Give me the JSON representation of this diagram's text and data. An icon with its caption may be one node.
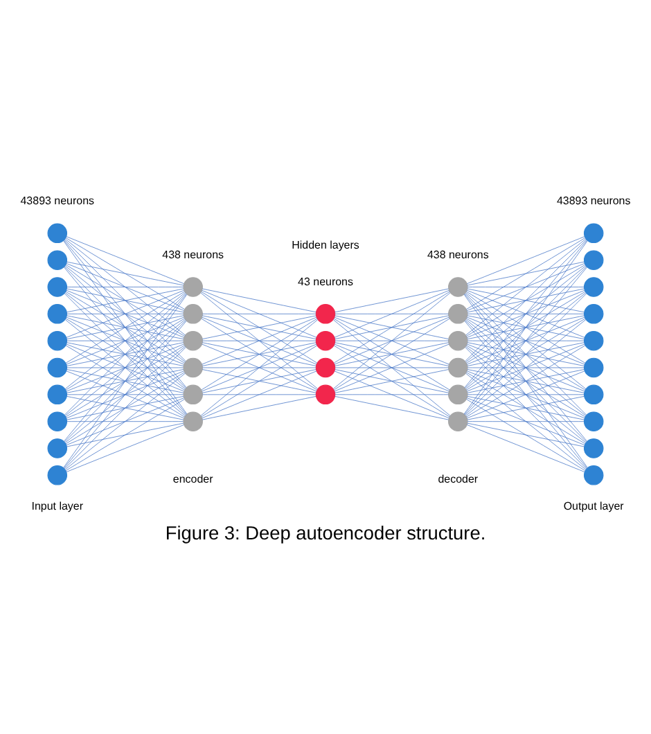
{
  "diagram": {
    "caption": "Figure 3: Deep autoencoder structure.",
    "nodes": [
      {
        "text": [],
        "shape": "circle"
      },
      {
        "text": [],
        "shape": "circle"
      },
      {
        "text": [],
        "shape": "circle"
      },
      {
        "text": [],
        "shape": "circle"
      },
      {
        "text": [],
        "shape": "circle"
      },
      {
        "text": [],
        "shape": "circle"
      },
      {
        "text": [],
        "shape": "circle"
      },
      {
        "text": [],
        "shape": "circle"
      },
      {
        "text": [],
        "shape": "circle"
      },
      {
        "text": [],
        "shape": "circle"
      },
      {
        "text": [],
        "shape": "circle"
      },
      {
        "text": [],
        "shape": "circle"
      },
      {
        "text": [],
        "shape": "circle"
      },
      {
        "text": [],
        "shape": "circle"
      },
      {
        "text": [],
        "shape": "circle"
      },
      {
        "text": [],
        "shape": "circle"
      },
      {
        "text": [],
        "shape": "circle"
      },
      {
        "text": [],
        "shape": "circle"
      },
      {
        "text": [],
        "shape": "circle"
      },
      {
        "text": [],
        "shape": "circle"
      },
      {
        "text": [],
        "shape": "circle"
      },
      {
        "text": [],
        "shape": "circle"
      },
      {
        "text": [],
        "shape": "circle"
      },
      {
        "text": [],
        "shape": "circle"
      },
      {
        "text": [],
        "shape": "circle"
      },
      {
        "text": [],
        "shape": "circle"
      },
      {
        "text": [],
        "shape": "circle"
      },
      {
        "text": [],
        "shape": "circle"
      },
      {
        "text": [],
        "shape": "circle"
      },
      {
        "text": [],
        "shape": "circle"
      },
      {
        "text": [],
        "shape": "circle"
      },
      {
        "text": [],
        "shape": "circle"
      },
      {
        "text": [],
        "shape": "circle"
      },
      {
        "text": [],
        "shape": "circle"
      },
      {
        "text": [],
        "shape": "circle"
      },
      {
        "text": [],
        "shape": "circle"
      }
    ],
    "edges": [
      {
        "from": 0,
        "to": 10,
        "arrow": "none"
      },
      {
        "from": 0,
        "to": 11,
        "arrow": "none"
      },
      {
        "from": 0,
        "to": 12,
        "arrow": "none"
      },
      {
        "from": 0,
        "to": 13,
        "arrow": "none"
      },
      {
        "from": 0,
        "to": 14,
        "arrow": "none"
      },
      {
        "from": 0,
        "to": 15,
        "arrow": "none"
      },
      {
        "from": 1,
        "to": 10,
        "arrow": "none"
      },
      {
        "from": 1,
        "to": 11,
        "arrow": "none"
      },
      {
        "from": 1,
        "to": 12,
        "arrow": "none"
      },
      {
        "from": 1,
        "to": 13,
        "arrow": "none"
      },
      {
        "from": 1,
        "to": 14,
        "arrow": "none"
      },
      {
        "from": 1,
        "to": 15,
        "arrow": "none"
      },
      {
        "from": 2,
        "to": 10,
        "arrow": "none"
      },
      {
        "from": 2,
        "to": 11,
        "arrow": "none"
      },
      {
        "from": 2,
        "to": 12,
        "arrow": "none"
      },
      {
        "from": 2,
        "to": 13,
        "arrow": "none"
      },
      {
        "from": 2,
        "to": 14,
        "arrow": "none"
      },
      {
        "from": 2,
        "to": 15,
        "arrow": "none"
      },
      {
        "from": 3,
        "to": 10,
        "arrow": "none"
      },
      {
        "from": 3,
        "to": 11,
        "arrow": "none"
      },
      {
        "from": 3,
        "to": 12,
        "arrow": "none"
      },
      {
        "from": 3,
        "to": 13,
        "arrow": "none"
      },
      {
        "from": 3,
        "to": 14,
        "arrow": "none"
      },
      {
        "from": 3,
        "to": 15,
        "arrow": "none"
      },
      {
        "from": 4,
        "to": 10,
        "arrow": "none"
      },
      {
        "from": 4,
        "to": 11,
        "arrow": "none"
      },
      {
        "from": 4,
        "to": 12,
        "arrow": "none"
      },
      {
        "from": 4,
        "to": 13,
        "arrow": "none"
      },
      {
        "from": 4,
        "to": 14,
        "arrow": "none"
      },
      {
        "from": 4,
        "to": 15,
        "arrow": "none"
      },
      {
        "from": 5,
        "to": 10,
        "arrow": "none"
      },
      {
        "from": 5,
        "to": 11,
        "arrow": "none"
      },
      {
        "from": 5,
        "to": 12,
        "arrow": "none"
      },
      {
        "from": 5,
        "to": 13,
        "arrow": "none"
      },
      {
        "from": 5,
        "to": 14,
        "arrow": "none"
      },
      {
        "from": 5,
        "to": 15,
        "arrow": "none"
      },
      {
        "from": 6,
        "to": 10,
        "arrow": "none"
      },
      {
        "from": 6,
        "to": 11,
        "arrow": "none"
      },
      {
        "from": 6,
        "to": 12,
        "arrow": "none"
      },
      {
        "from": 6,
        "to": 13,
        "arrow": "none"
      },
      {
        "from": 6,
        "to": 14,
        "arrow": "none"
      },
      {
        "from": 6,
        "to": 15,
        "arrow": "none"
      },
      {
        "from": 7,
        "to": 10,
        "arrow": "none"
      },
      {
        "from": 7,
        "to": 11,
        "arrow": "none"
      },
      {
        "from": 7,
        "to": 12,
        "arrow": "none"
      },
      {
        "from": 7,
        "to": 13,
        "arrow": "none"
      },
      {
        "from": 7,
        "to": 14,
        "arrow": "none"
      },
      {
        "from": 7,
        "to": 15,
        "arrow": "none"
      },
      {
        "from": 8,
        "to": 10,
        "arrow": "none"
      },
      {
        "from": 8,
        "to": 11,
        "arrow": "none"
      },
      {
        "from": 8,
        "to": 12,
        "arrow": "none"
      },
      {
        "from": 8,
        "to": 13,
        "arrow": "none"
      },
      {
        "from": 8,
        "to": 14,
        "arrow": "none"
      },
      {
        "from": 8,
        "to": 15,
        "arrow": "none"
      },
      {
        "from": 9,
        "to": 10,
        "arrow": "none"
      },
      {
        "from": 9,
        "to": 11,
        "arrow": "none"
      },
      {
        "from": 9,
        "to": 12,
        "arrow": "none"
      },
      {
        "from": 9,
        "to": 13,
        "arrow": "none"
      },
      {
        "from": 9,
        "to": 14,
        "arrow": "none"
      },
      {
        "from": 9,
        "to": 15,
        "arrow": "none"
      },
      {
        "from": 10,
        "to": 16,
        "arrow": "none"
      },
      {
        "from": 10,
        "to": 17,
        "arrow": "none"
      },
      {
        "from": 10,
        "to": 18,
        "arrow": "none"
      },
      {
        "from": 10,
        "to": 19,
        "arrow": "none"
      },
      {
        "from": 11,
        "to": 16,
        "arrow": "none"
      },
      {
        "from": 11,
        "to": 17,
        "arrow": "none"
      },
      {
        "from": 11,
        "to": 18,
        "arrow": "none"
      },
      {
        "from": 11,
        "to": 19,
        "arrow": "none"
      },
      {
        "from": 12,
        "to": 16,
        "arrow": "none"
      },
      {
        "from": 12,
        "to": 17,
        "arrow": "none"
      },
      {
        "from": 12,
        "to": 18,
        "arrow": "none"
      },
      {
        "from": 12,
        "to": 19,
        "arrow": "none"
      },
      {
        "from": 13,
        "to": 16,
        "arrow": "none"
      },
      {
        "from": 13,
        "to": 17,
        "arrow": "none"
      },
      {
        "from": 13,
        "to": 18,
        "arrow": "none"
      },
      {
        "from": 13,
        "to": 19,
        "arrow": "none"
      },
      {
        "from": 14,
        "to": 16,
        "arrow": "none"
      },
      {
        "from": 14,
        "to": 17,
        "arrow": "none"
      },
      {
        "from": 14,
        "to": 18,
        "arrow": "none"
      },
      {
        "from": 14,
        "to": 19,
        "arrow": "none"
      },
      {
        "from": 15,
        "to": 16,
        "arrow": "none"
      },
      {
        "from": 15,
        "to": 17,
        "arrow": "none"
      },
      {
        "from": 15,
        "to": 18,
        "arrow": "none"
      },
      {
        "from": 15,
        "to": 19,
        "arrow": "none"
      },
      {
        "from": 16,
        "to": 20,
        "arrow": "none"
      },
      {
        "from": 16,
        "to": 21,
        "arrow": "none"
      },
      {
        "from": 16,
        "to": 22,
        "arrow": "none"
      },
      {
        "from": 16,
        "to": 23,
        "arrow": "none"
      },
      {
        "from": 16,
        "to": 24,
        "arrow": "none"
      },
      {
        "from": 16,
        "to": 25,
        "arrow": "none"
      },
      {
        "from": 17,
        "to": 20,
        "arrow": "none"
      },
      {
        "from": 17,
        "to": 21,
        "arrow": "none"
      },
      {
        "from": 17,
        "to": 22,
        "arrow": "none"
      },
      {
        "from": 17,
        "to": 23,
        "arrow": "none"
      },
      {
        "from": 17,
        "to": 24,
        "arrow": "none"
      },
      {
        "from": 17,
        "to": 25,
        "arrow": "none"
      },
      {
        "from": 18,
        "to": 20,
        "arrow": "none"
      },
      {
        "from": 18,
        "to": 21,
        "arrow": "none"
      },
      {
        "from": 18,
        "to": 22,
        "arrow": "none"
      },
      {
        "from": 18,
        "to": 23,
        "arrow": "none"
      },
      {
        "from": 18,
        "to": 24,
        "arrow": "none"
      },
      {
        "from": 18,
        "to": 25,
        "arrow": "none"
      },
      {
        "from": 19,
        "to": 20,
        "arrow": "none"
      },
      {
        "from": 19,
        "to": 21,
        "arrow": "none"
      },
      {
        "from": 19,
        "to": 22,
        "arrow": "none"
      },
      {
        "from": 19,
        "to": 23,
        "arrow": "none"
      },
      {
        "from": 19,
        "to": 24,
        "arrow": "none"
      },
      {
        "from": 19,
        "to": 25,
        "arrow": "none"
      },
      {
        "from": 20,
        "to": 26,
        "arrow": "none"
      },
      {
        "from": 20,
        "to": 27,
        "arrow": "none"
      },
      {
        "from": 20,
        "to": 28,
        "arrow": "none"
      },
      {
        "from": 20,
        "to": 29,
        "arrow": "none"
      },
      {
        "from": 20,
        "to": 30,
        "arrow": "none"
      },
      {
        "from": 20,
        "to": 31,
        "arrow": "none"
      },
      {
        "from": 20,
        "to": 32,
        "arrow": "none"
      },
      {
        "from": 20,
        "to": 33,
        "arrow": "none"
      },
      {
        "from": 20,
        "to": 34,
        "arrow": "none"
      },
      {
        "from": 20,
        "to": 35,
        "arrow": "none"
      },
      {
        "from": 21,
        "to": 26,
        "arrow": "none"
      },
      {
        "from": 21,
        "to": 27,
        "arrow": "none"
      },
      {
        "from": 21,
        "to": 28,
        "arrow": "none"
      },
      {
        "from": 21,
        "to": 29,
        "arrow": "none"
      },
      {
        "from": 21,
        "to": 30,
        "arrow": "none"
      },
      {
        "from": 21,
        "to": 31,
        "arrow": "none"
      },
      {
        "from": 21,
        "to": 32,
        "arrow": "none"
      },
      {
        "from": 21,
        "to": 33,
        "arrow": "none"
      },
      {
        "from": 21,
        "to": 34,
        "arrow": "none"
      },
      {
        "from": 21,
        "to": 35,
        "arrow": "none"
      },
      {
        "from": 22,
        "to": 26,
        "arrow": "none"
      },
      {
        "from": 22,
        "to": 27,
        "arrow": "none"
      },
      {
        "from": 22,
        "to": 28,
        "arrow": "none"
      },
      {
        "from": 22,
        "to": 29,
        "arrow": "none"
      },
      {
        "from": 22,
        "to": 30,
        "arrow": "none"
      },
      {
        "from": 22,
        "to": 31,
        "arrow": "none"
      },
      {
        "from": 22,
        "to": 32,
        "arrow": "none"
      },
      {
        "from": 22,
        "to": 33,
        "arrow": "none"
      },
      {
        "from": 22,
        "to": 34,
        "arrow": "none"
      },
      {
        "from": 22,
        "to": 35,
        "arrow": "none"
      },
      {
        "from": 23,
        "to": 26,
        "arrow": "none"
      },
      {
        "from": 23,
        "to": 27,
        "arrow": "none"
      },
      {
        "from": 23,
        "to": 28,
        "arrow": "none"
      },
      {
        "from": 23,
        "to": 29,
        "arrow": "none"
      },
      {
        "from": 23,
        "to": 30,
        "arrow": "none"
      },
      {
        "from": 23,
        "to": 31,
        "arrow": "none"
      },
      {
        "from": 23,
        "to": 32,
        "arrow": "none"
      },
      {
        "from": 23,
        "to": 33,
        "arrow": "none"
      },
      {
        "from": 23,
        "to": 34,
        "arrow": "none"
      },
      {
        "from": 23,
        "to": 35,
        "arrow": "none"
      },
      {
        "from": 24,
        "to": 26,
        "arrow": "none"
      },
      {
        "from": 24,
        "to": 27,
        "arrow": "none"
      },
      {
        "from": 24,
        "to": 28,
        "arrow": "none"
      },
      {
        "from": 24,
        "to": 29,
        "arrow": "none"
      },
      {
        "from": 24,
        "to": 30,
        "arrow": "none"
      },
      {
        "from": 24,
        "to": 31,
        "arrow": "none"
      },
      {
        "from": 24,
        "to": 32,
        "arrow": "none"
      },
      {
        "from": 24,
        "to": 33,
        "arrow": "none"
      },
      {
        "from": 24,
        "to": 34,
        "arrow": "none"
      },
      {
        "from": 24,
        "to": 35,
        "arrow": "none"
      },
      {
        "from": 25,
        "to": 26,
        "arrow": "none"
      },
      {
        "from": 25,
        "to": 27,
        "arrow": "none"
      },
      {
        "from": 25,
        "to": 28,
        "arrow": "none"
      },
      {
        "from": 25,
        "to": 29,
        "arrow": "none"
      },
      {
        "from": 25,
        "to": 30,
        "arrow": "none"
      },
      {
        "from": 25,
        "to": 31,
        "arrow": "none"
      },
      {
        "from": 25,
        "to": 32,
        "arrow": "none"
      },
      {
        "from": 25,
        "to": 33,
        "arrow": "none"
      },
      {
        "from": 25,
        "to": 34,
        "arrow": "none"
      },
      {
        "from": 25,
        "to": 35,
        "arrow": "none"
      }
    ],
    "labels": [
      "43893 neurons",
      "Hidden layers",
      "43893 neurons",
      "438 neurons",
      "438 neurons",
      "43 neurons",
      "Input layer",
      "Output layer",
      "encoder",
      "decoder"
    ]
  }
}
